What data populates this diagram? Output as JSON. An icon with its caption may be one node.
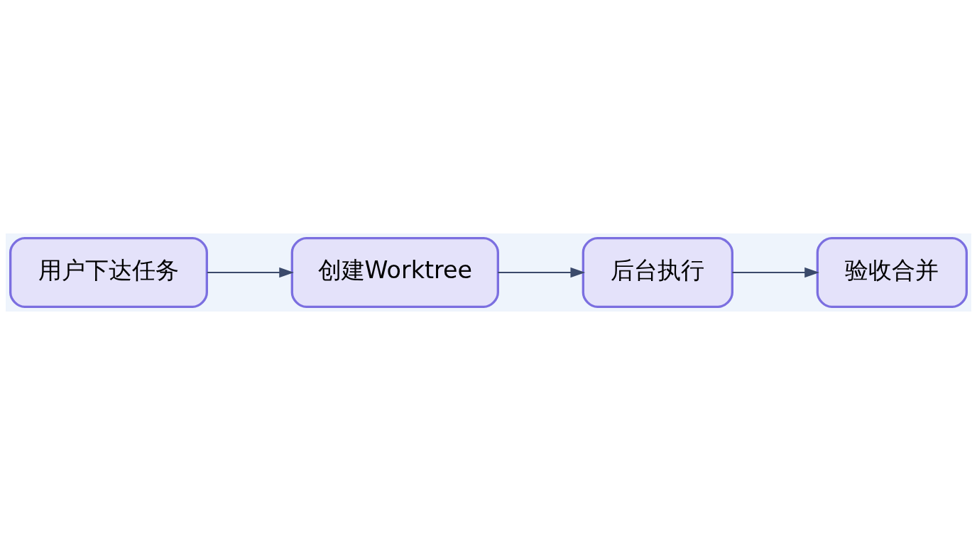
{
  "diagram": {
    "nodes": [
      {
        "text": [
          "用户下达任务"
        ]
      },
      {
        "text": [
          "创建Worktree"
        ]
      },
      {
        "text": [
          "后台执行"
        ]
      },
      {
        "text": [
          "验收合并"
        ]
      }
    ],
    "edges": [
      {
        "from": 0,
        "to": 1,
        "arrow": "to"
      },
      {
        "from": 1,
        "to": 2,
        "arrow": "to"
      },
      {
        "from": 2,
        "to": 3,
        "arrow": "to"
      }
    ]
  }
}
